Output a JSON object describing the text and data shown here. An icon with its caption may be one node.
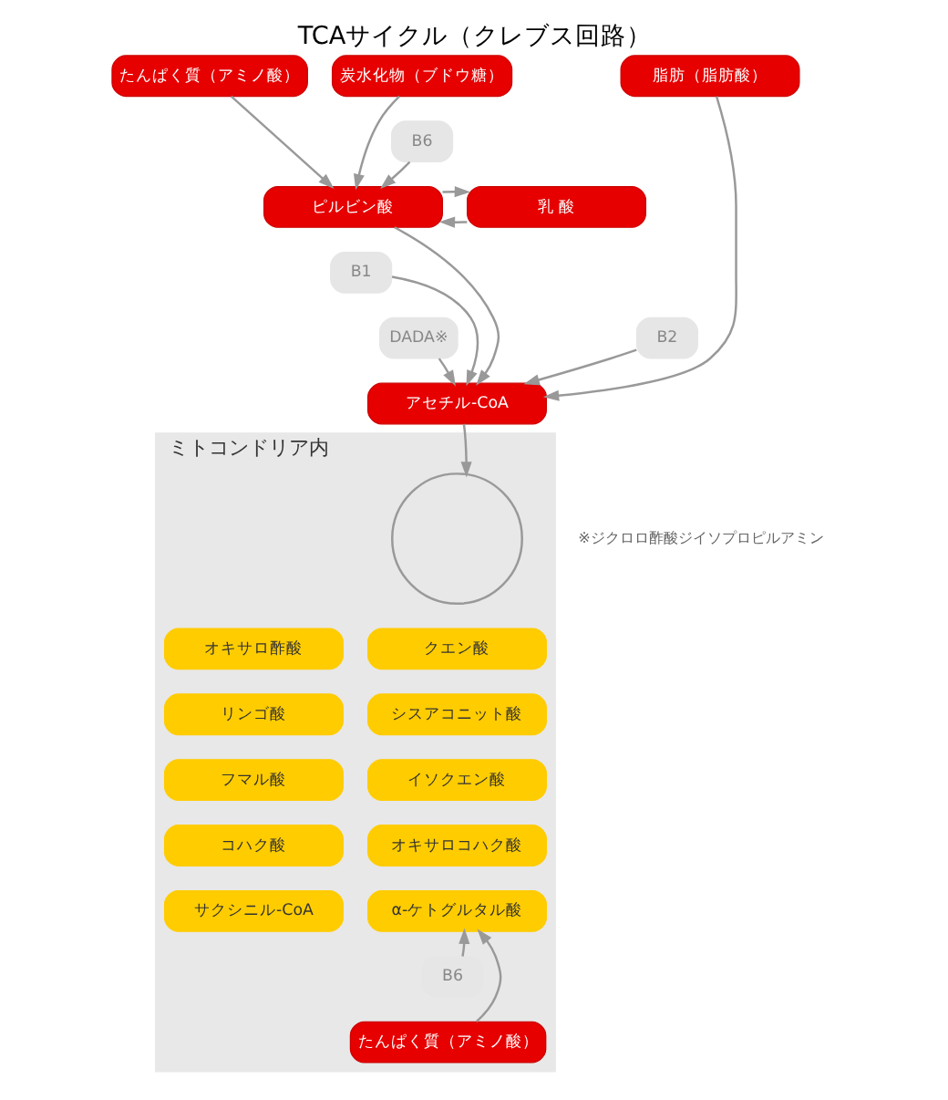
{
  "diagram": {
    "title": "TCAサイクル（クレブス回路）",
    "nodes": [
      {
        "text": [
          "たんぱく質（アミノ酸）"
        ]
      },
      {
        "text": [
          "炭水化物（ブドウ糖）"
        ]
      },
      {
        "text": [
          "脂肪（脂肪酸）"
        ]
      },
      {
        "text": [
          "B6"
        ]
      },
      {
        "text": [
          "乳 酸"
        ]
      },
      {
        "text": [
          "ピルビン酸"
        ]
      },
      {
        "text": [
          "B1"
        ]
      },
      {
        "text": [
          "DADA※"
        ]
      },
      {
        "text": [
          "B2"
        ]
      },
      {
        "text": [
          "アセチル-CoA"
        ]
      },
      {
        "text": [
          "ミトコンドリア内"
        ]
      },
      {
        "text": [],
        "shape": "circle",
        "in": 10
      },
      {
        "text": [
          "オキサロ酢酸"
        ],
        "in": 10
      },
      {
        "text": [
          "クエン酸"
        ],
        "in": 10
      },
      {
        "text": [
          "リンゴ酸"
        ],
        "in": 10
      },
      {
        "text": [
          "シスアコニット酸"
        ],
        "in": 10
      },
      {
        "text": [
          "フマル酸"
        ],
        "in": 10
      },
      {
        "text": [
          "イソクエン酸"
        ],
        "in": 10
      },
      {
        "text": [
          "コハク酸"
        ],
        "in": 10
      },
      {
        "text": [
          "オキサロコハク酸"
        ],
        "in": 10
      },
      {
        "text": [
          "サクシニル-CoA"
        ],
        "in": 10
      },
      {
        "text": [
          "α-ケトグルタル酸"
        ],
        "in": 10
      },
      {
        "text": [
          "B6"
        ],
        "in": 10
      },
      {
        "text": [
          "たんぱく質（アミノ酸）"
        ],
        "in": 10
      }
    ],
    "edges": [
      {
        "from": 0,
        "to": 5,
        "arrow": "to"
      },
      {
        "from": 3,
        "to": 5,
        "arrow": "to"
      },
      {
        "from": 1,
        "to": 5,
        "arrow": "to"
      },
      {
        "from": 4,
        "to": 5,
        "arrow": "to"
      },
      {
        "from": 5,
        "to": 4,
        "arrow": "to"
      },
      {
        "from": 5,
        "to": 9,
        "arrow": "to"
      },
      {
        "from": 6,
        "to": 9,
        "arrow": "to"
      },
      {
        "from": 7,
        "to": 9,
        "arrow": "to"
      },
      {
        "from": 2,
        "to": 9,
        "arrow": "to"
      },
      {
        "from": 8,
        "to": 9,
        "arrow": "to"
      },
      {
        "from": 9,
        "to": 11,
        "arrow": "to"
      },
      {
        "from": 23,
        "to": 21,
        "arrow": "to"
      },
      {
        "from": 22,
        "to": 21,
        "arrow": "to"
      }
    ],
    "labels": [
      "※ジクロロ酢酸ジイソプロピルアミン"
    ]
  }
}
